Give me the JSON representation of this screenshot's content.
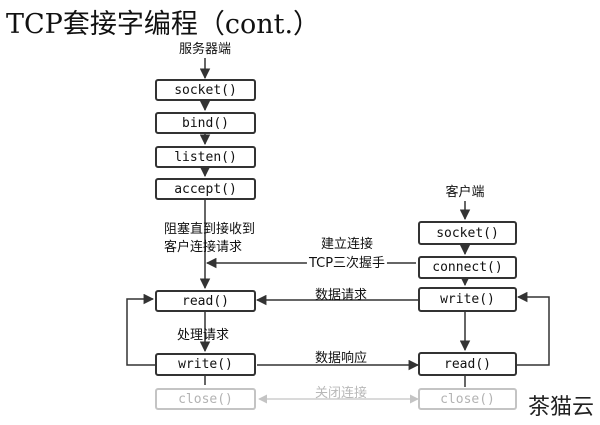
{
  "title": "TCP套接字编程（cont.）",
  "server": {
    "label": "服务器端",
    "boxes": {
      "socket": "socket()",
      "bind": "bind()",
      "listen": "listen()",
      "accept": "accept()",
      "read": "read()",
      "write": "write()",
      "close": "close()"
    },
    "block_text_line1": "阻塞直到接收到",
    "block_text_line2": "客户连接请求",
    "process_text": "处理请求"
  },
  "client": {
    "label": "客户端",
    "boxes": {
      "socket": "socket()",
      "connect": "connect()",
      "write": "write()",
      "read": "read()",
      "close": "close()"
    }
  },
  "messages": {
    "establish": "建立连接",
    "handshake": "TCP三次握手",
    "request": "数据请求",
    "response": "数据响应",
    "close": "关闭连接"
  },
  "watermark": "茶猫云"
}
